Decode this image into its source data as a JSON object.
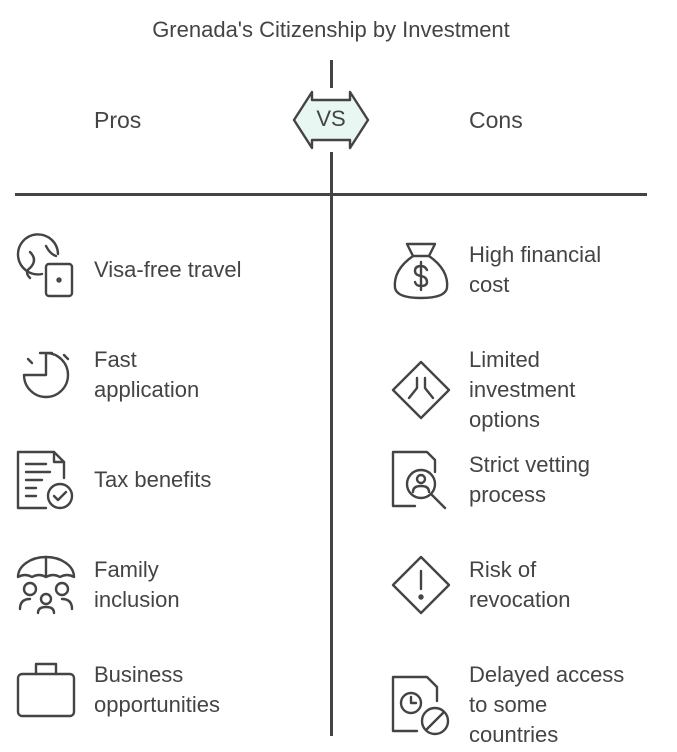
{
  "title": "Grenada's Citizenship by Investment",
  "vs_label": "VS",
  "pros": {
    "heading": "Pros",
    "items": [
      {
        "label": "Visa-free travel",
        "icon": "globe-passport-icon"
      },
      {
        "label": "Fast\napplication",
        "icon": "stopwatch-icon"
      },
      {
        "label": "Tax benefits",
        "icon": "document-check-icon"
      },
      {
        "label": "Family\ninclusion",
        "icon": "umbrella-family-icon"
      },
      {
        "label": "Business\nopportunities",
        "icon": "briefcase-icon"
      }
    ]
  },
  "cons": {
    "heading": "Cons",
    "items": [
      {
        "label": "High financial\ncost",
        "icon": "money-bag-icon"
      },
      {
        "label": "Limited\ninvestment\noptions",
        "icon": "diamond-paths-icon"
      },
      {
        "label": "Strict vetting\nprocess",
        "icon": "document-search-icon"
      },
      {
        "label": "Risk of\nrevocation",
        "icon": "warning-diamond-icon"
      },
      {
        "label": "Delayed access\nto some\ncountries",
        "icon": "clock-blocked-icon"
      }
    ]
  },
  "colors": {
    "text": "#444444",
    "vs_fill": "#e8f7f1"
  }
}
